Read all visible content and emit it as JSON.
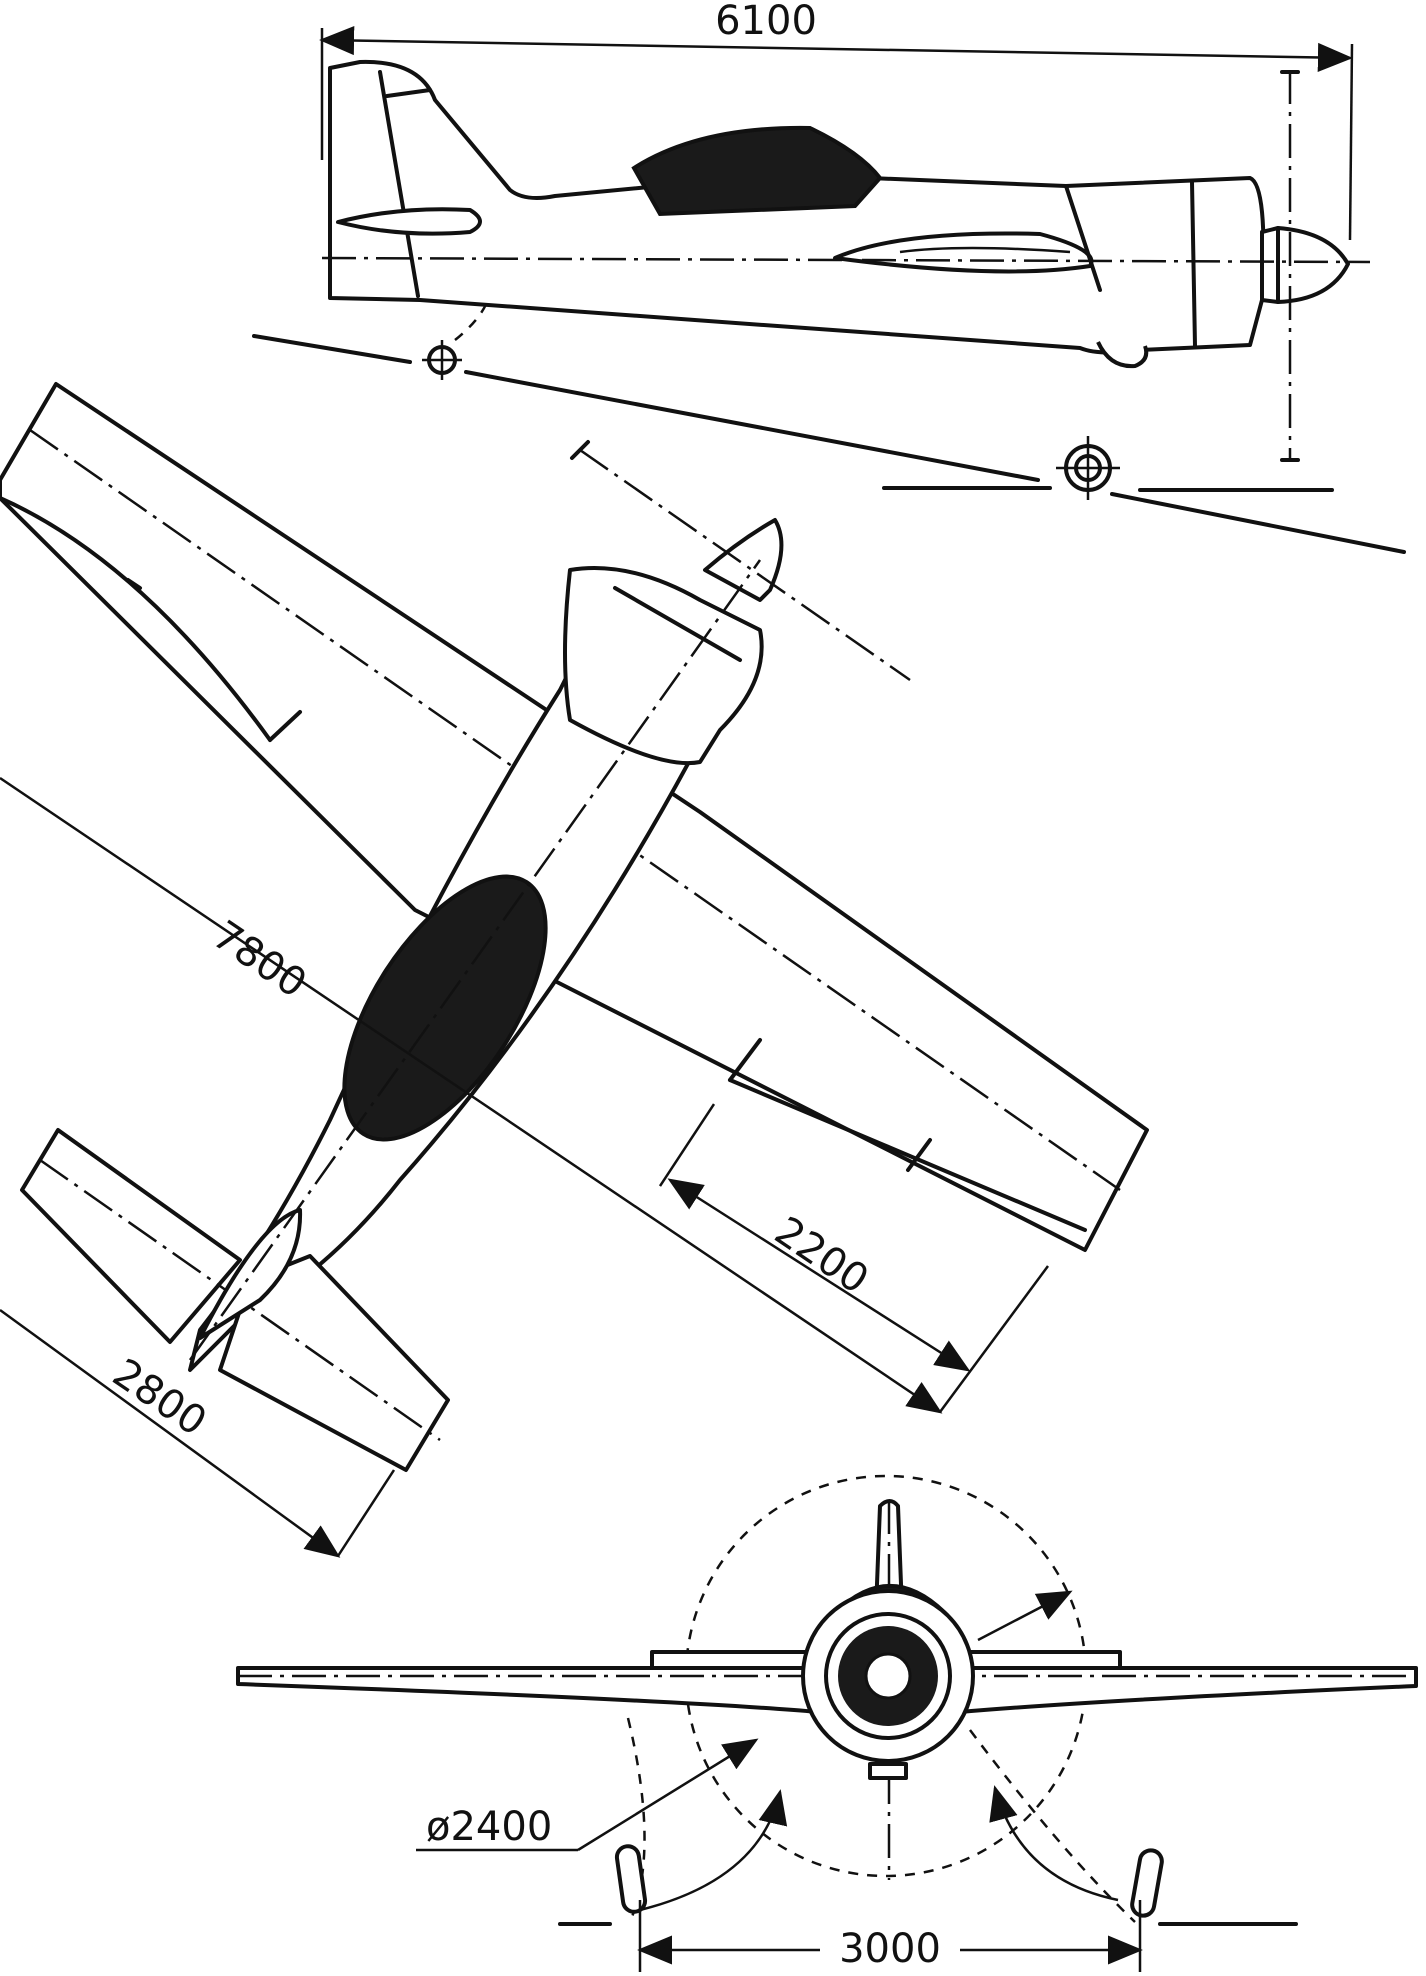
{
  "figure": {
    "views": [
      "side-view",
      "top-view",
      "front-view"
    ],
    "dimensions": {
      "overall_length": "6100",
      "wingspan": "7800",
      "stabilizer_span": "2800",
      "aileron_length": "2200",
      "propeller_diameter": "ø2400",
      "track_width": "3000"
    }
  }
}
